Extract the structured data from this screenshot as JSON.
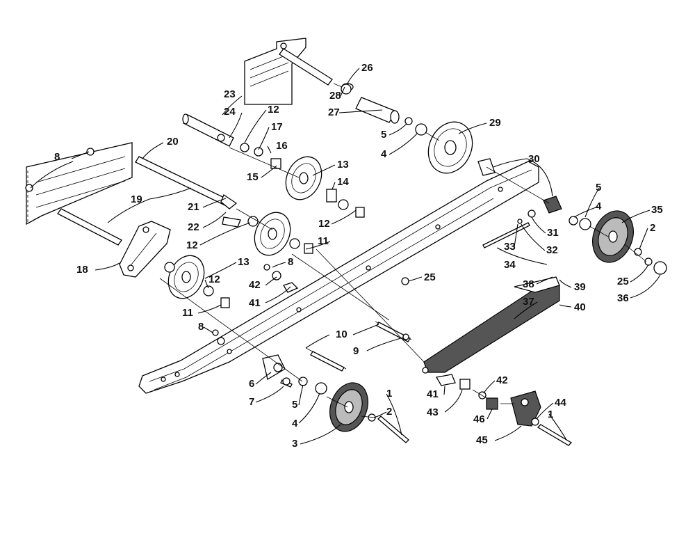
{
  "diagram": {
    "callouts": [
      {
        "id": "c8a",
        "text": "8"
      },
      {
        "id": "c20",
        "text": "20"
      },
      {
        "id": "c19",
        "text": "19"
      },
      {
        "id": "c23",
        "text": "23"
      },
      {
        "id": "c24",
        "text": "24"
      },
      {
        "id": "c12a",
        "text": "12"
      },
      {
        "id": "c17",
        "text": "17"
      },
      {
        "id": "c16",
        "text": "16"
      },
      {
        "id": "c15",
        "text": "15"
      },
      {
        "id": "c28",
        "text": "28"
      },
      {
        "id": "c26",
        "text": "26"
      },
      {
        "id": "c27",
        "text": "27"
      },
      {
        "id": "c5a",
        "text": "5"
      },
      {
        "id": "c4a",
        "text": "4"
      },
      {
        "id": "c29",
        "text": "29"
      },
      {
        "id": "c13a",
        "text": "13"
      },
      {
        "id": "c14",
        "text": "14"
      },
      {
        "id": "c21",
        "text": "21"
      },
      {
        "id": "c22",
        "text": "22"
      },
      {
        "id": "c12b",
        "text": "12"
      },
      {
        "id": "c12c",
        "text": "12"
      },
      {
        "id": "c11a",
        "text": "11"
      },
      {
        "id": "c18",
        "text": "18"
      },
      {
        "id": "c13b",
        "text": "13"
      },
      {
        "id": "c8b",
        "text": "8"
      },
      {
        "id": "c42a",
        "text": "42"
      },
      {
        "id": "c41a",
        "text": "41"
      },
      {
        "id": "c12d",
        "text": "12"
      },
      {
        "id": "c11b",
        "text": "11"
      },
      {
        "id": "c30",
        "text": "30"
      },
      {
        "id": "c5b",
        "text": "5"
      },
      {
        "id": "c4b",
        "text": "4"
      },
      {
        "id": "c35",
        "text": "35"
      },
      {
        "id": "c2a",
        "text": "2"
      },
      {
        "id": "c31",
        "text": "31"
      },
      {
        "id": "c33",
        "text": "33"
      },
      {
        "id": "c32",
        "text": "32"
      },
      {
        "id": "c34",
        "text": "34"
      },
      {
        "id": "c25a",
        "text": "25"
      },
      {
        "id": "c25b",
        "text": "25"
      },
      {
        "id": "c36",
        "text": "36"
      },
      {
        "id": "c38",
        "text": "38"
      },
      {
        "id": "c39",
        "text": "39"
      },
      {
        "id": "c37",
        "text": "37"
      },
      {
        "id": "c40",
        "text": "40"
      },
      {
        "id": "c10",
        "text": "10"
      },
      {
        "id": "c9",
        "text": "9"
      },
      {
        "id": "c8c",
        "text": "8"
      },
      {
        "id": "c6",
        "text": "6"
      },
      {
        "id": "c7",
        "text": "7"
      },
      {
        "id": "c5c",
        "text": "5"
      },
      {
        "id": "c4c",
        "text": "4"
      },
      {
        "id": "c3",
        "text": "3"
      },
      {
        "id": "c1a",
        "text": "1"
      },
      {
        "id": "c2b",
        "text": "2"
      },
      {
        "id": "c41b",
        "text": "41"
      },
      {
        "id": "c43",
        "text": "43"
      },
      {
        "id": "c42b",
        "text": "42"
      },
      {
        "id": "c46",
        "text": "46"
      },
      {
        "id": "c45",
        "text": "45"
      },
      {
        "id": "c44",
        "text": "44"
      },
      {
        "id": "c1b",
        "text": "1"
      }
    ]
  }
}
